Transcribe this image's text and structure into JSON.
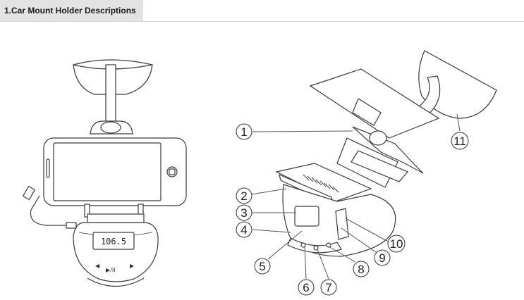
{
  "header": {
    "title": "1.Car Mount Holder Descriptions"
  },
  "front_view": {
    "display_reading": "106.5",
    "control_symbols": [
      "◀",
      "▶/II",
      "▶"
    ]
  },
  "callouts": [
    {
      "label": "1"
    },
    {
      "label": "2"
    },
    {
      "label": "3"
    },
    {
      "label": "4"
    },
    {
      "label": "5"
    },
    {
      "label": "6"
    },
    {
      "label": "7"
    },
    {
      "label": "8"
    },
    {
      "label": "9"
    },
    {
      "label": "10"
    },
    {
      "label": "11"
    }
  ]
}
